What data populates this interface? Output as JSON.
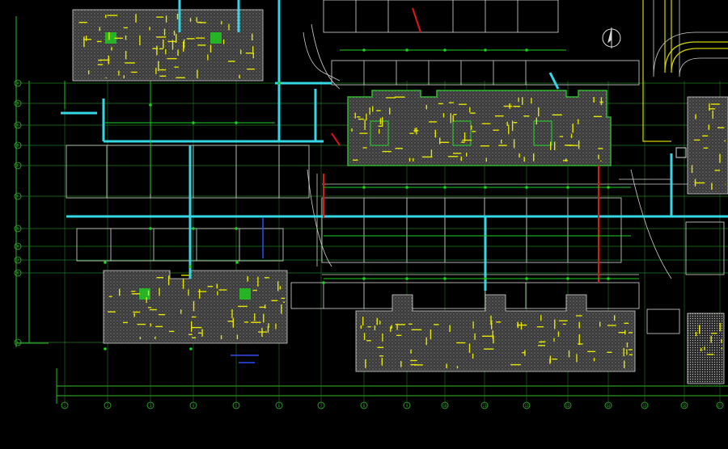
{
  "drawing": {
    "title": "",
    "scale": "",
    "colors": {
      "background": "#000000",
      "building_hatch": "#5a5a5a",
      "wall_yellow": "#e6e600",
      "pipe_cyan": "#35d7e6",
      "pipe_green": "#1fd11f",
      "pipe_red": "#e0141a",
      "grid_green": "#2fb82f",
      "outline_white": "#d9d9d9",
      "road_yellow": "#d4d400",
      "accent_blue": "#2a4dff",
      "accent_magenta": "#ff33ff"
    }
  },
  "grid": {
    "columns": [
      "1",
      "2",
      "3",
      "4",
      "5",
      "6",
      "7",
      "8",
      "9",
      "10",
      "11",
      "12",
      "13",
      "14",
      "15",
      "16",
      "17"
    ],
    "rows": [
      "A",
      "B",
      "C",
      "D",
      "E",
      "F",
      "G",
      "H",
      "J",
      "K",
      "L",
      "M"
    ]
  },
  "legend": {
    "notes": []
  },
  "north_arrow": {
    "icon": "north-arrow-icon"
  }
}
